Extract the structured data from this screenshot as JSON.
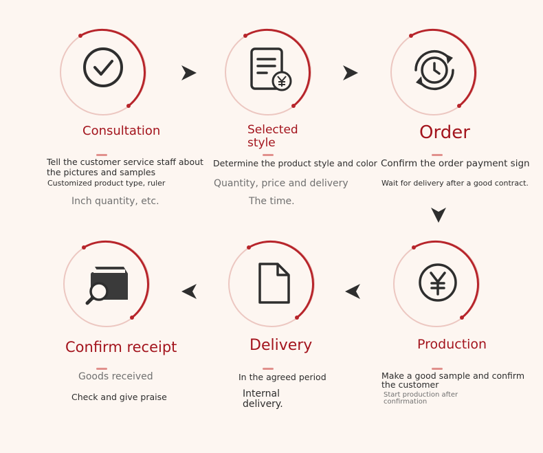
{
  "steps": [
    {
      "title": "Consultation",
      "icon": "check-circle-icon",
      "lines": [
        "Tell the customer service staff about the pictures and samples",
        "Customized product type, ruler",
        "Inch quantity, etc."
      ]
    },
    {
      "title": "Selected style",
      "icon": "invoice-yen-icon",
      "lines": [
        "Determine the product style and color",
        "Quantity, price and delivery",
        "The time."
      ]
    },
    {
      "title": "Order",
      "icon": "clock-cycle-icon",
      "lines": [
        "Confirm the order payment sign",
        "Wait for delivery after a good contract."
      ]
    },
    {
      "title": "Production",
      "icon": "yen-coin-icon",
      "lines": [
        "Make a good sample and confirm the customer",
        "Start production after confirmation"
      ]
    },
    {
      "title": "Delivery",
      "icon": "document-icon",
      "lines": [
        "In the agreed period",
        "Internal delivery."
      ]
    },
    {
      "title": "Confirm receipt",
      "icon": "box-magnifier-icon",
      "lines": [
        "Goods received",
        "Check and give praise"
      ]
    }
  ],
  "colors": {
    "accent": "#a3141d",
    "ring": "#b7252b",
    "bar": "#e1908c",
    "icon": "#2e2e2e",
    "background": "#fdf6f1"
  }
}
